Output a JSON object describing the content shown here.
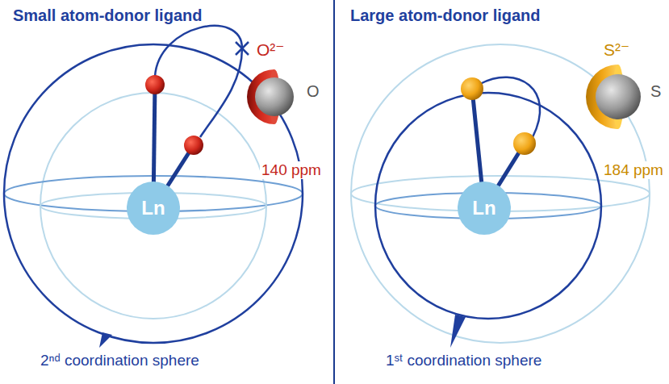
{
  "diagram": {
    "nodes": [
      {
        "text": [
          "Ln"
        ]
      },
      {
        "text": [
          "Ln"
        ]
      }
    ],
    "labels": [
      "Small atom-donor ligand",
      "O²⁻",
      "O",
      "140 ppm",
      "2ⁿᵈ coordination sphere",
      "Large atom-donor ligand",
      "S²⁻",
      "S",
      "184 ppm",
      "1ˢᵗ coordination sphere"
    ]
  }
}
